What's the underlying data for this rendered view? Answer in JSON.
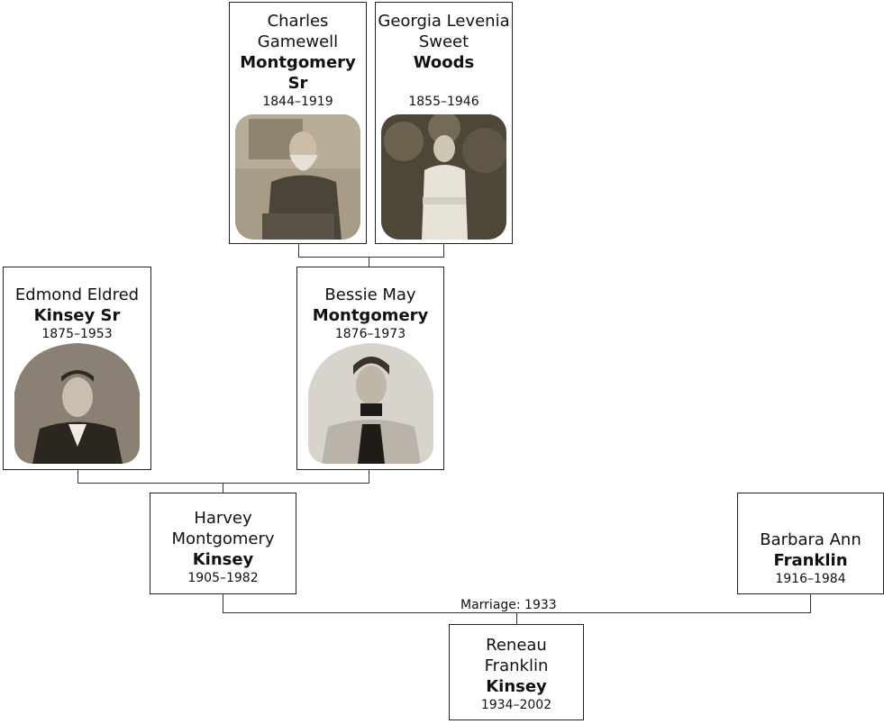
{
  "people": {
    "charles": {
      "name": "Charles Gamewell",
      "surname": "Montgomery Sr",
      "dates": "1844–1919",
      "has_photo": true
    },
    "georgia": {
      "name": "Georgia Levenia Sweet",
      "surname": "Woods",
      "dates": "1855–1946",
      "has_photo": true
    },
    "edmond": {
      "name": "Edmond Eldred",
      "surname": "Kinsey Sr",
      "dates": "1875–1953",
      "has_photo": true
    },
    "bessie": {
      "name": "Bessie May",
      "surname": "Montgomery",
      "dates": "1876–1973",
      "has_photo": true
    },
    "harvey": {
      "name": "Harvey Montgomery",
      "surname": "Kinsey",
      "dates": "1905–1982",
      "has_photo": false
    },
    "barbara": {
      "name": "Barbara Ann",
      "surname": "Franklin",
      "dates": "1916–1984",
      "has_photo": false
    },
    "reneau": {
      "name": "Reneau Franklin",
      "surname": "Kinsey",
      "dates": "1934–2002",
      "has_photo": false
    }
  },
  "marriage_label": "Marriage: 1933",
  "colors": {
    "border": "#222222",
    "line": "#333333",
    "text": "#111111"
  }
}
